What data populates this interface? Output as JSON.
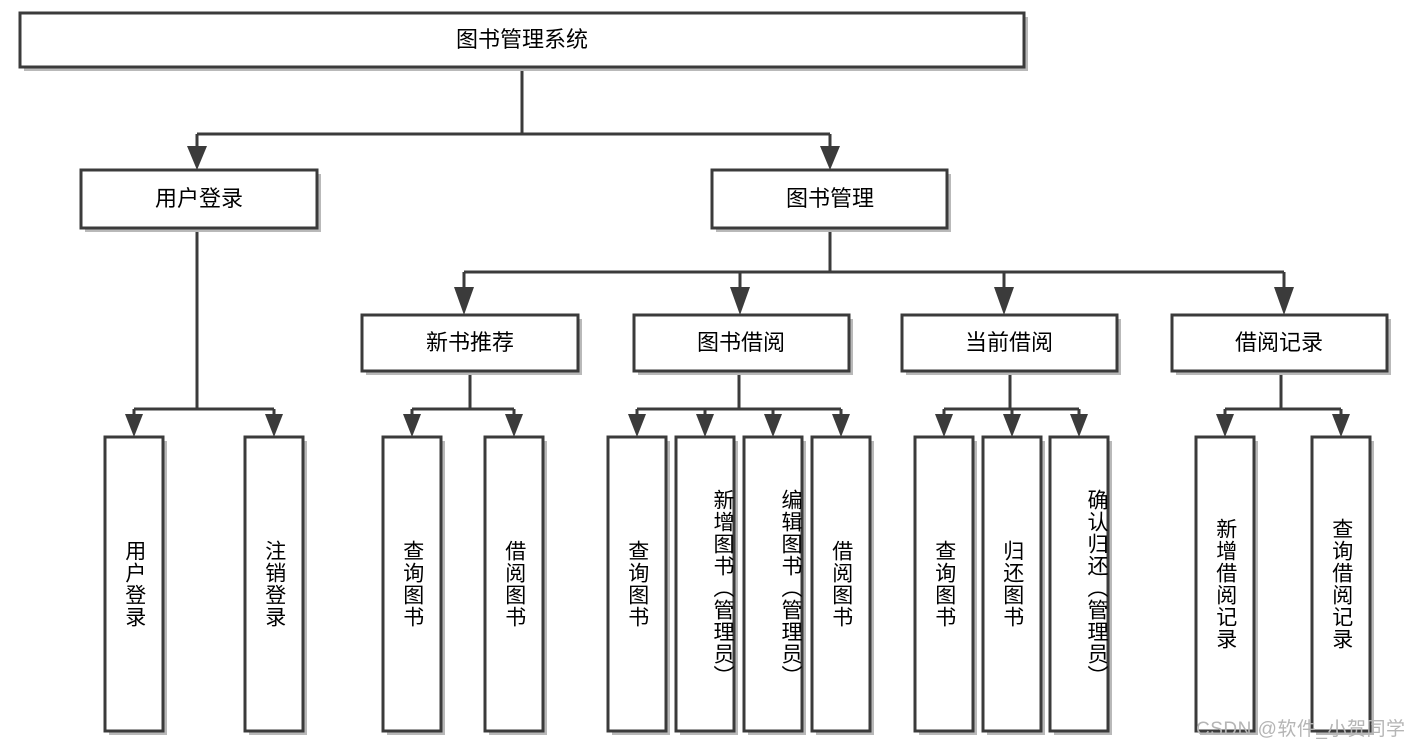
{
  "diagram": {
    "type": "tree-hierarchy",
    "title_node": {
      "label": "图书管理系统"
    },
    "level2": [
      {
        "label": "用户登录"
      },
      {
        "label": "图书管理"
      }
    ],
    "level3": [
      {
        "label": "新书推荐"
      },
      {
        "label": "图书借阅"
      },
      {
        "label": "当前借阅"
      },
      {
        "label": "借阅记录"
      }
    ],
    "leaves": {
      "user_login": [
        {
          "label": "用户登录"
        },
        {
          "label": "注销登录"
        }
      ],
      "new_book_recommend": [
        {
          "label": "查询图书"
        },
        {
          "label": "借阅图书"
        }
      ],
      "book_borrow": [
        {
          "label": "查询图书"
        },
        {
          "label": "新增图书（管理员）"
        },
        {
          "label": "编辑图书（管理员）"
        },
        {
          "label": "借阅图书"
        }
      ],
      "current_borrow": [
        {
          "label": "查询图书"
        },
        {
          "label": "归还图书"
        },
        {
          "label": "确认归还（管理员）"
        }
      ],
      "borrow_record": [
        {
          "label": "新增借阅记录"
        },
        {
          "label": "查询借阅记录"
        }
      ]
    }
  },
  "watermark": {
    "text": "CSDN @软件_小贺同学"
  },
  "colors": {
    "box_stroke": "#3b3b3b",
    "box_fill": "#ffffff",
    "text": "#000000",
    "watermark": "#b5b5b5",
    "shadow": "#b9b9b9"
  }
}
